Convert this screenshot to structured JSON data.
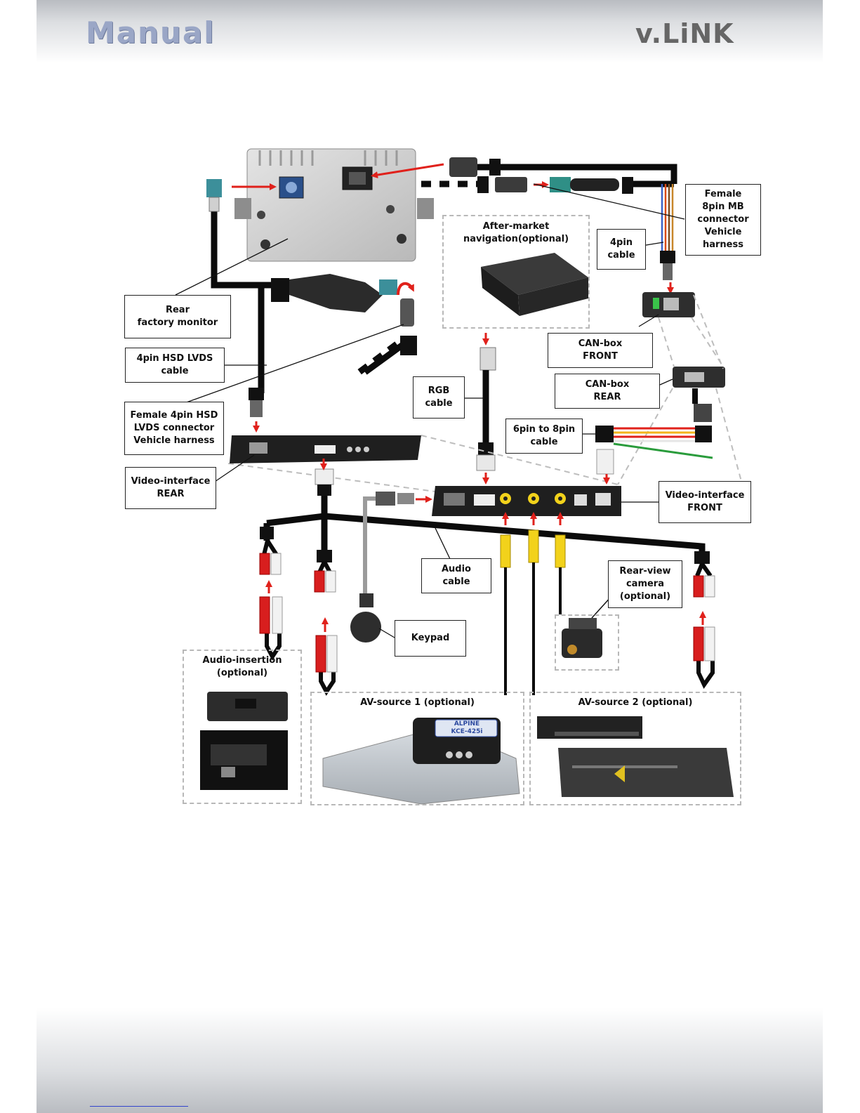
{
  "header": {
    "left_logo": "Manual",
    "right_logo": "v.LiNK"
  },
  "labels": {
    "female_8pin": "Female\n8pin MB\nconnector\nVehicle\nharness",
    "cable_4pin": "4pin\ncable",
    "rear_factory_monitor": "Rear\nfactory monitor",
    "hsd_lvds_cable": "4pin HSD LVDS\ncable",
    "female_4pin_hsd": "Female 4pin HSD\nLVDS connector\nVehicle harness",
    "video_interface_rear": "Video-interface\nREAR",
    "rgb_cable": "RGB\ncable",
    "canbox_front": "CAN-box\nFRONT",
    "canbox_rear": "CAN-box\nREAR",
    "cable_6to8": "6pin to 8pin\ncable",
    "video_interface_front": "Video-interface\nFRONT",
    "audio_cable": "Audio\ncable",
    "rear_view_camera": "Rear-view\ncamera\n(optional)",
    "keypad": "Keypad"
  },
  "groups": {
    "aftermarket_nav": "After-market\nnavigation(optional)",
    "audio_insertion": "Audio-insertion\n(optional)",
    "av_source_1": "AV-source 1 (optional)",
    "av_source_2": "AV-source 2 (optional)"
  },
  "device_text": {
    "kce_brand": "ALPINE",
    "kce_model": "KCE-425i"
  },
  "colors": {
    "cable": "#0b0b0b",
    "arrow": "#e0211b",
    "rca_red": "#d81e1e",
    "rca_white": "#f2f2f2",
    "rca_yellow": "#f2d21b",
    "dashed": "#b8b8b8"
  }
}
